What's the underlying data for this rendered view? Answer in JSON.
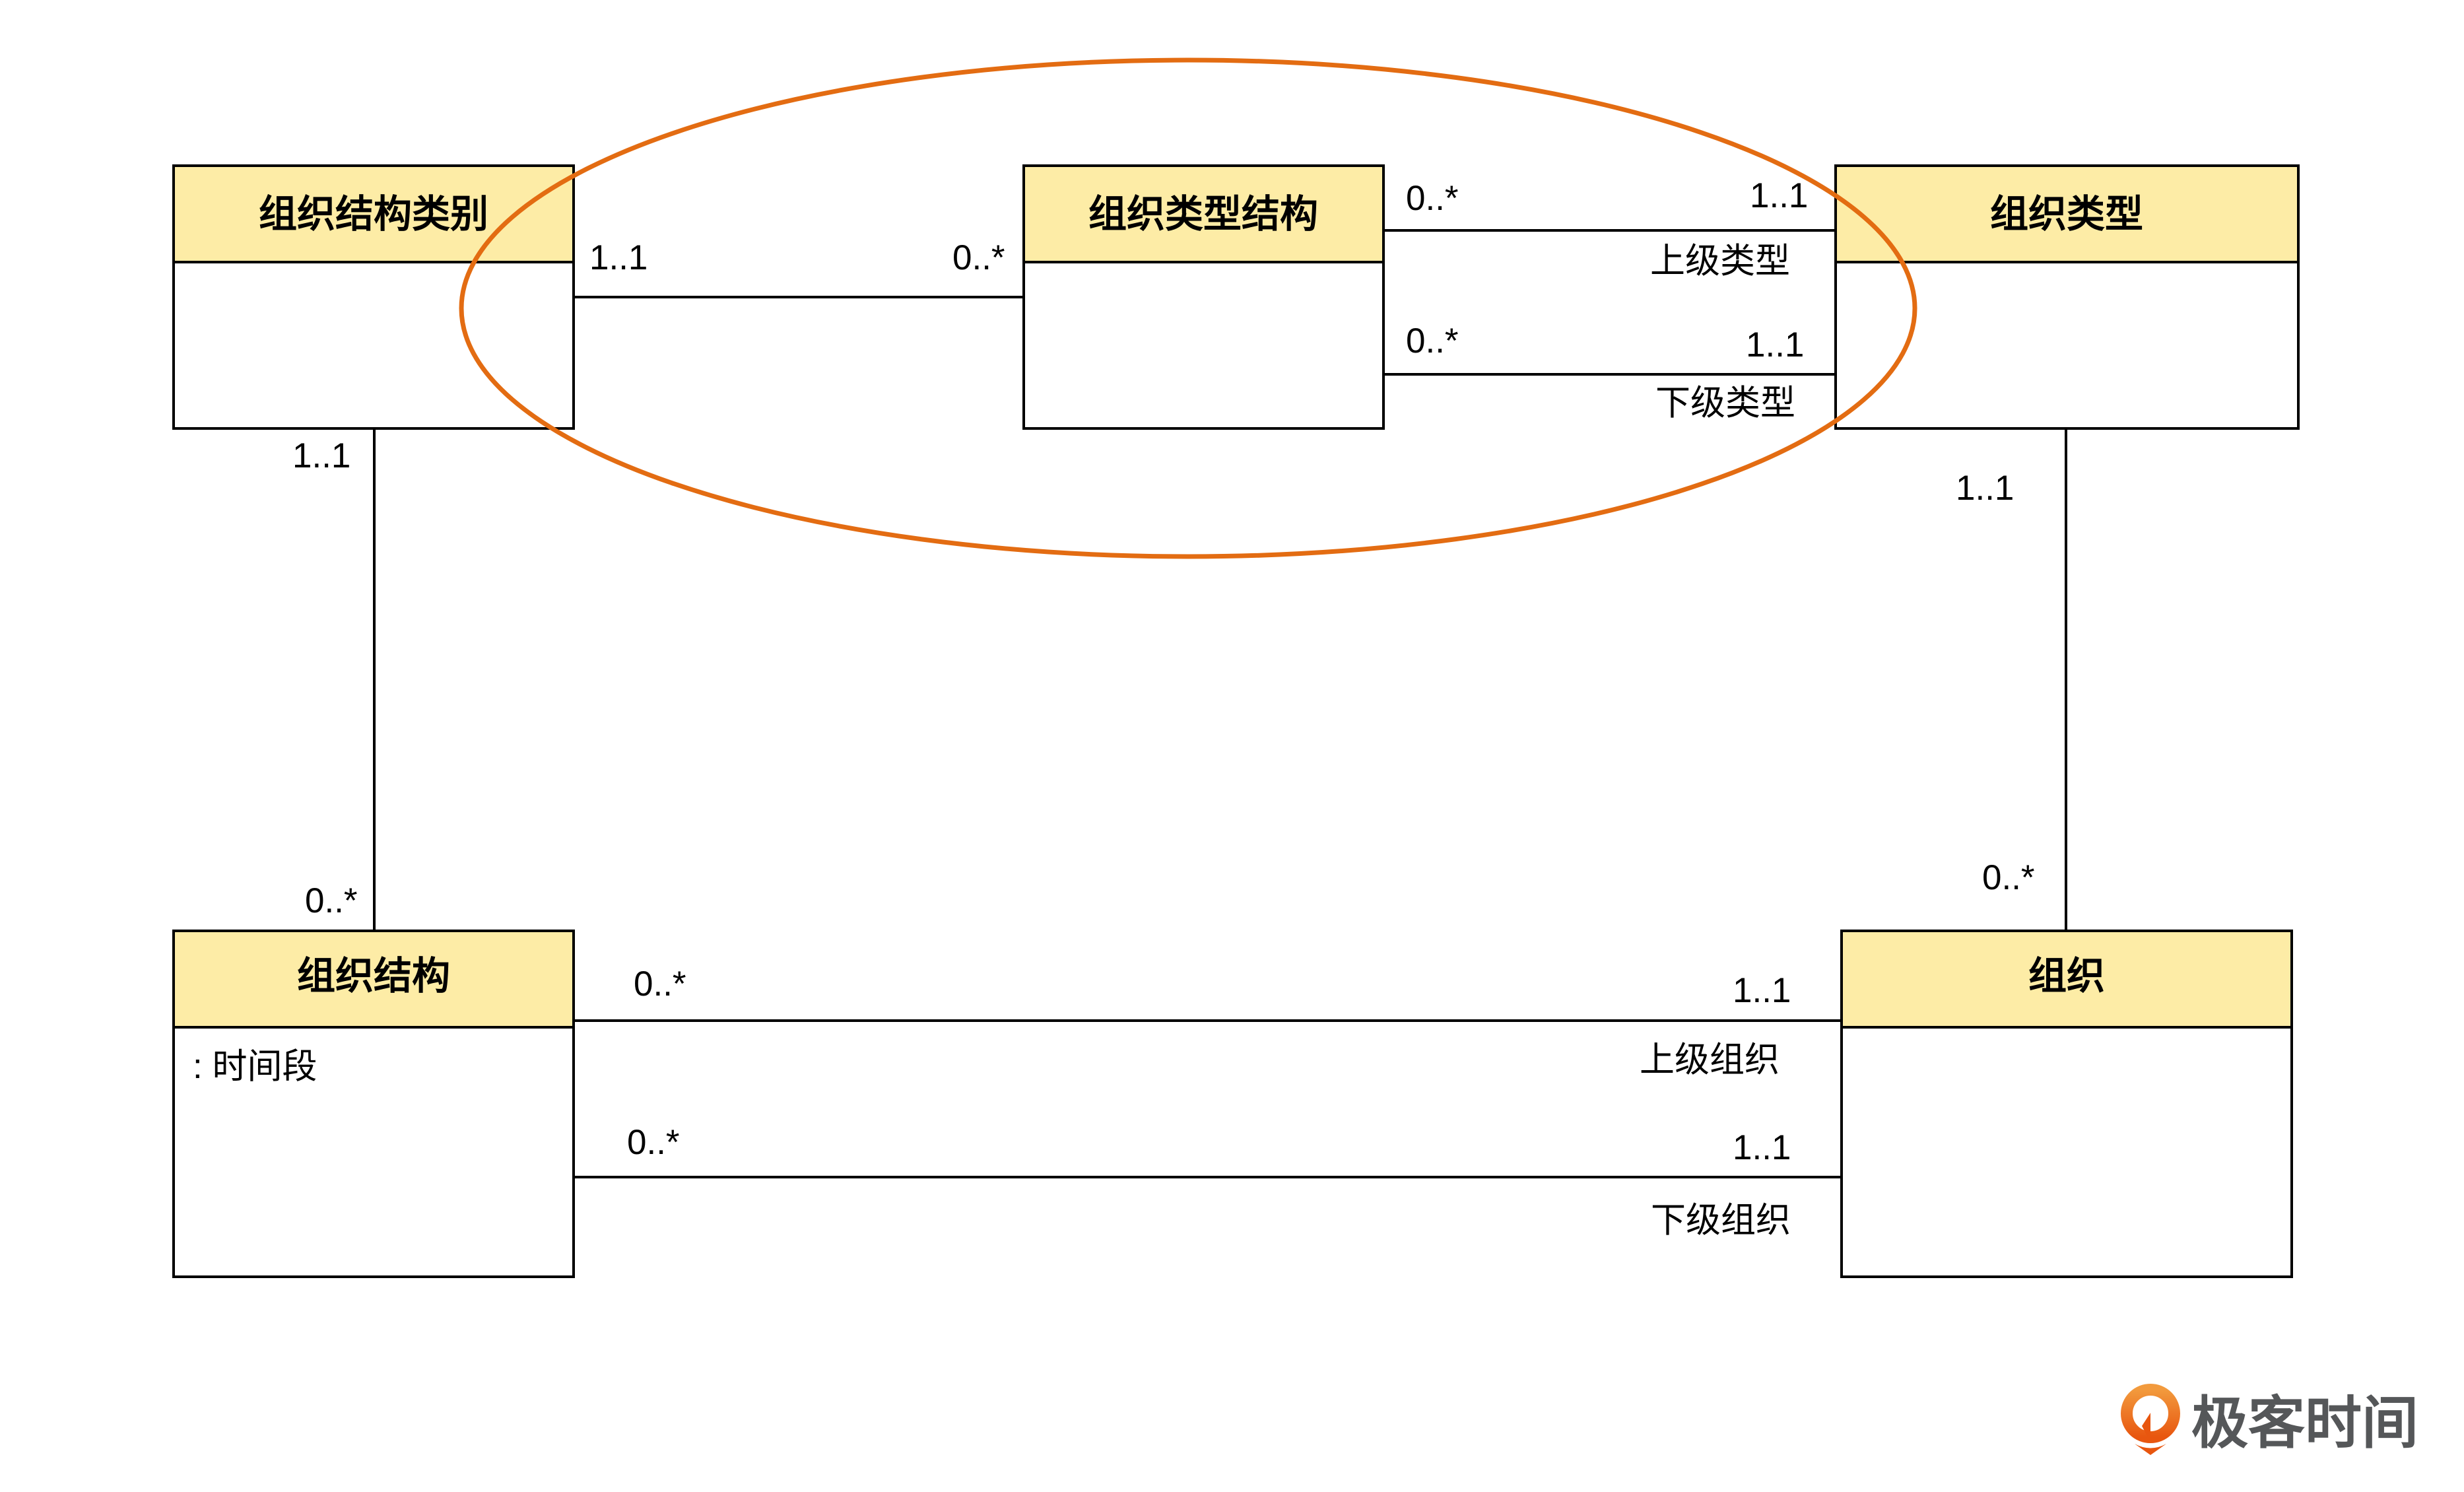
{
  "classes": {
    "org_structure_category": {
      "title": "组织结构类别"
    },
    "org_type_structure": {
      "title": "组织类型结构"
    },
    "org_type": {
      "title": "组织类型"
    },
    "org_structure": {
      "title": "组织结构",
      "attribute": ": 时间段"
    },
    "org": {
      "title": "组织"
    }
  },
  "associations": {
    "category_to_type_structure": {
      "source_mult": "1..1",
      "target_mult": "0..*"
    },
    "type_structure_parent": {
      "source_mult": "0..*",
      "target_mult": "1..1",
      "role": "上级类型"
    },
    "type_structure_child": {
      "source_mult": "0..*",
      "target_mult": "1..1",
      "role": "下级类型"
    },
    "category_to_structure": {
      "source_mult": "1..1",
      "target_mult": "0..*"
    },
    "type_to_org": {
      "source_mult": "1..1",
      "target_mult": "0..*"
    },
    "structure_parent": {
      "source_mult": "0..*",
      "target_mult": "1..1",
      "role": "上级组织"
    },
    "structure_child": {
      "source_mult": "0..*",
      "target_mult": "1..1",
      "role": "下级组织"
    }
  },
  "highlight_color": "#e36c12",
  "header_color": "#fdeca6",
  "logo": {
    "text": "极客时间"
  }
}
